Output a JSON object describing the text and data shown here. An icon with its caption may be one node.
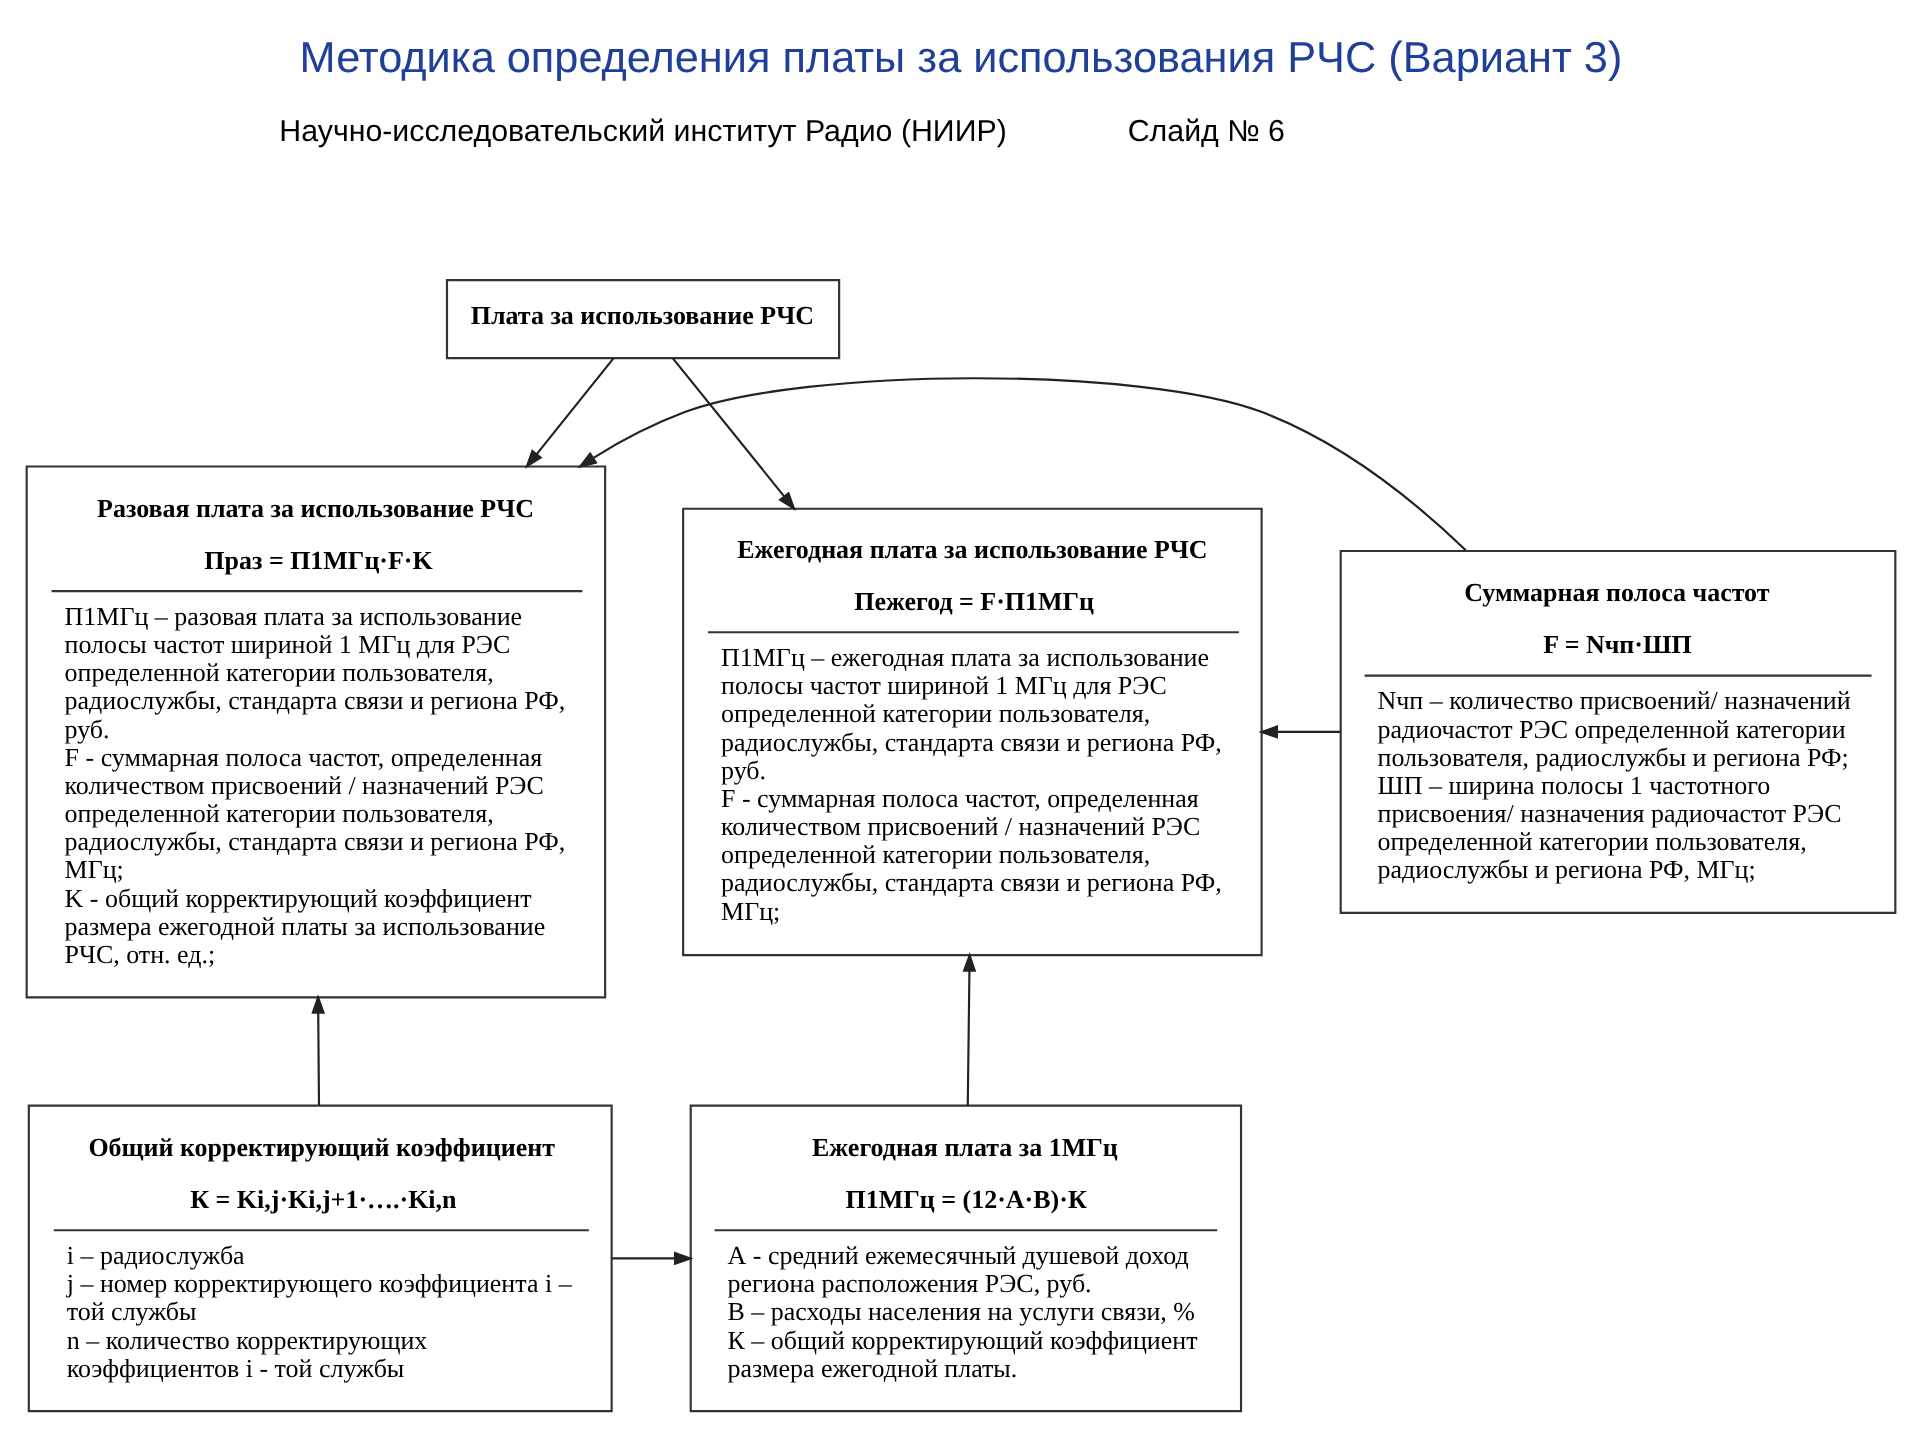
{
  "diagram": {
    "title": "Методика определения платы за использования РЧС (Вариант 3)",
    "nodes": [
      {
        "text": [
          "Плата за использование РЧС"
        ]
      },
      {
        "text": [
          "Разовая плата за использование РЧС",
          "Праз = П1МГц·F·K",
          "П1МГц – разовая плата за использование полосы частот шириной 1 МГц для РЭС определенной категории пользователя, радиослужбы, стандарта связи и региона РФ, руб.",
          "F - суммарная полоса частот, определенная количеством присвоений / назначений РЭС определенной категории пользователя, радиослужбы, стандарта связи и региона РФ, МГц;",
          "K - общий корректирующий коэффициент размера ежегодной платы за использование РЧС, отн. ед.;"
        ]
      },
      {
        "text": [
          "Суммарная полоса частот",
          "F = Nчп·ШП",
          "Nчп – количество присвоений/ назначений радиочастот РЭС определенной категории пользователя, радиослужбы и региона РФ;",
          "ШП – ширина полосы 1 частотного присвоения/ назначения радиочастот РЭС определенной категории пользователя, радиослужбы и региона РФ, МГц;"
        ]
      },
      {
        "text": [
          "Ежегодная плата за использование РЧС",
          "Пежегод = F·П1МГц",
          "П1МГц – ежегодная плата за использование полосы частот шириной 1 МГц для РЭС определенной категории пользователя, радиослужбы, стандарта связи и региона РФ, руб.",
          "F - суммарная полоса частот, определенная количеством присвоений / назначений РЭС определенной категории пользователя, радиослужбы, стандарта связи и региона РФ, МГц;"
        ]
      },
      {
        "text": [
          "Общий корректирующий коэффициент",
          "К = Ki,j·Ki,j+1·….·Ki,n",
          "i – радиослужба",
          "j – номер корректирующего коэффициента i – той службы",
          "n – количество корректирующих коэффициентов i - той службы"
        ]
      },
      {
        "text": [
          "Ежегодная плата за 1МГц",
          "П1МГц = (12·А·В)·К",
          "А - средний ежемесячный душевой доход региона расположения РЭС, руб.",
          "В – расходы населения на услуги связи, %",
          "К – общий корректирующий коэффициент размера ежегодной платы."
        ]
      }
    ],
    "edges": [
      {
        "from": 0,
        "to": 1,
        "arrow": "to"
      },
      {
        "from": 0,
        "to": 3,
        "arrow": "to"
      },
      {
        "from": 2,
        "to": 1,
        "arrow": "to"
      },
      {
        "from": 2,
        "to": 3,
        "arrow": "to"
      },
      {
        "from": 4,
        "to": 1,
        "arrow": "to"
      },
      {
        "from": 4,
        "to": 5,
        "arrow": "to"
      },
      {
        "from": 5,
        "to": 3,
        "arrow": "to"
      }
    ],
    "labels": [
      "Научно-исследовательский институт Радио (НИИР)",
      "Слайд № 6"
    ]
  }
}
